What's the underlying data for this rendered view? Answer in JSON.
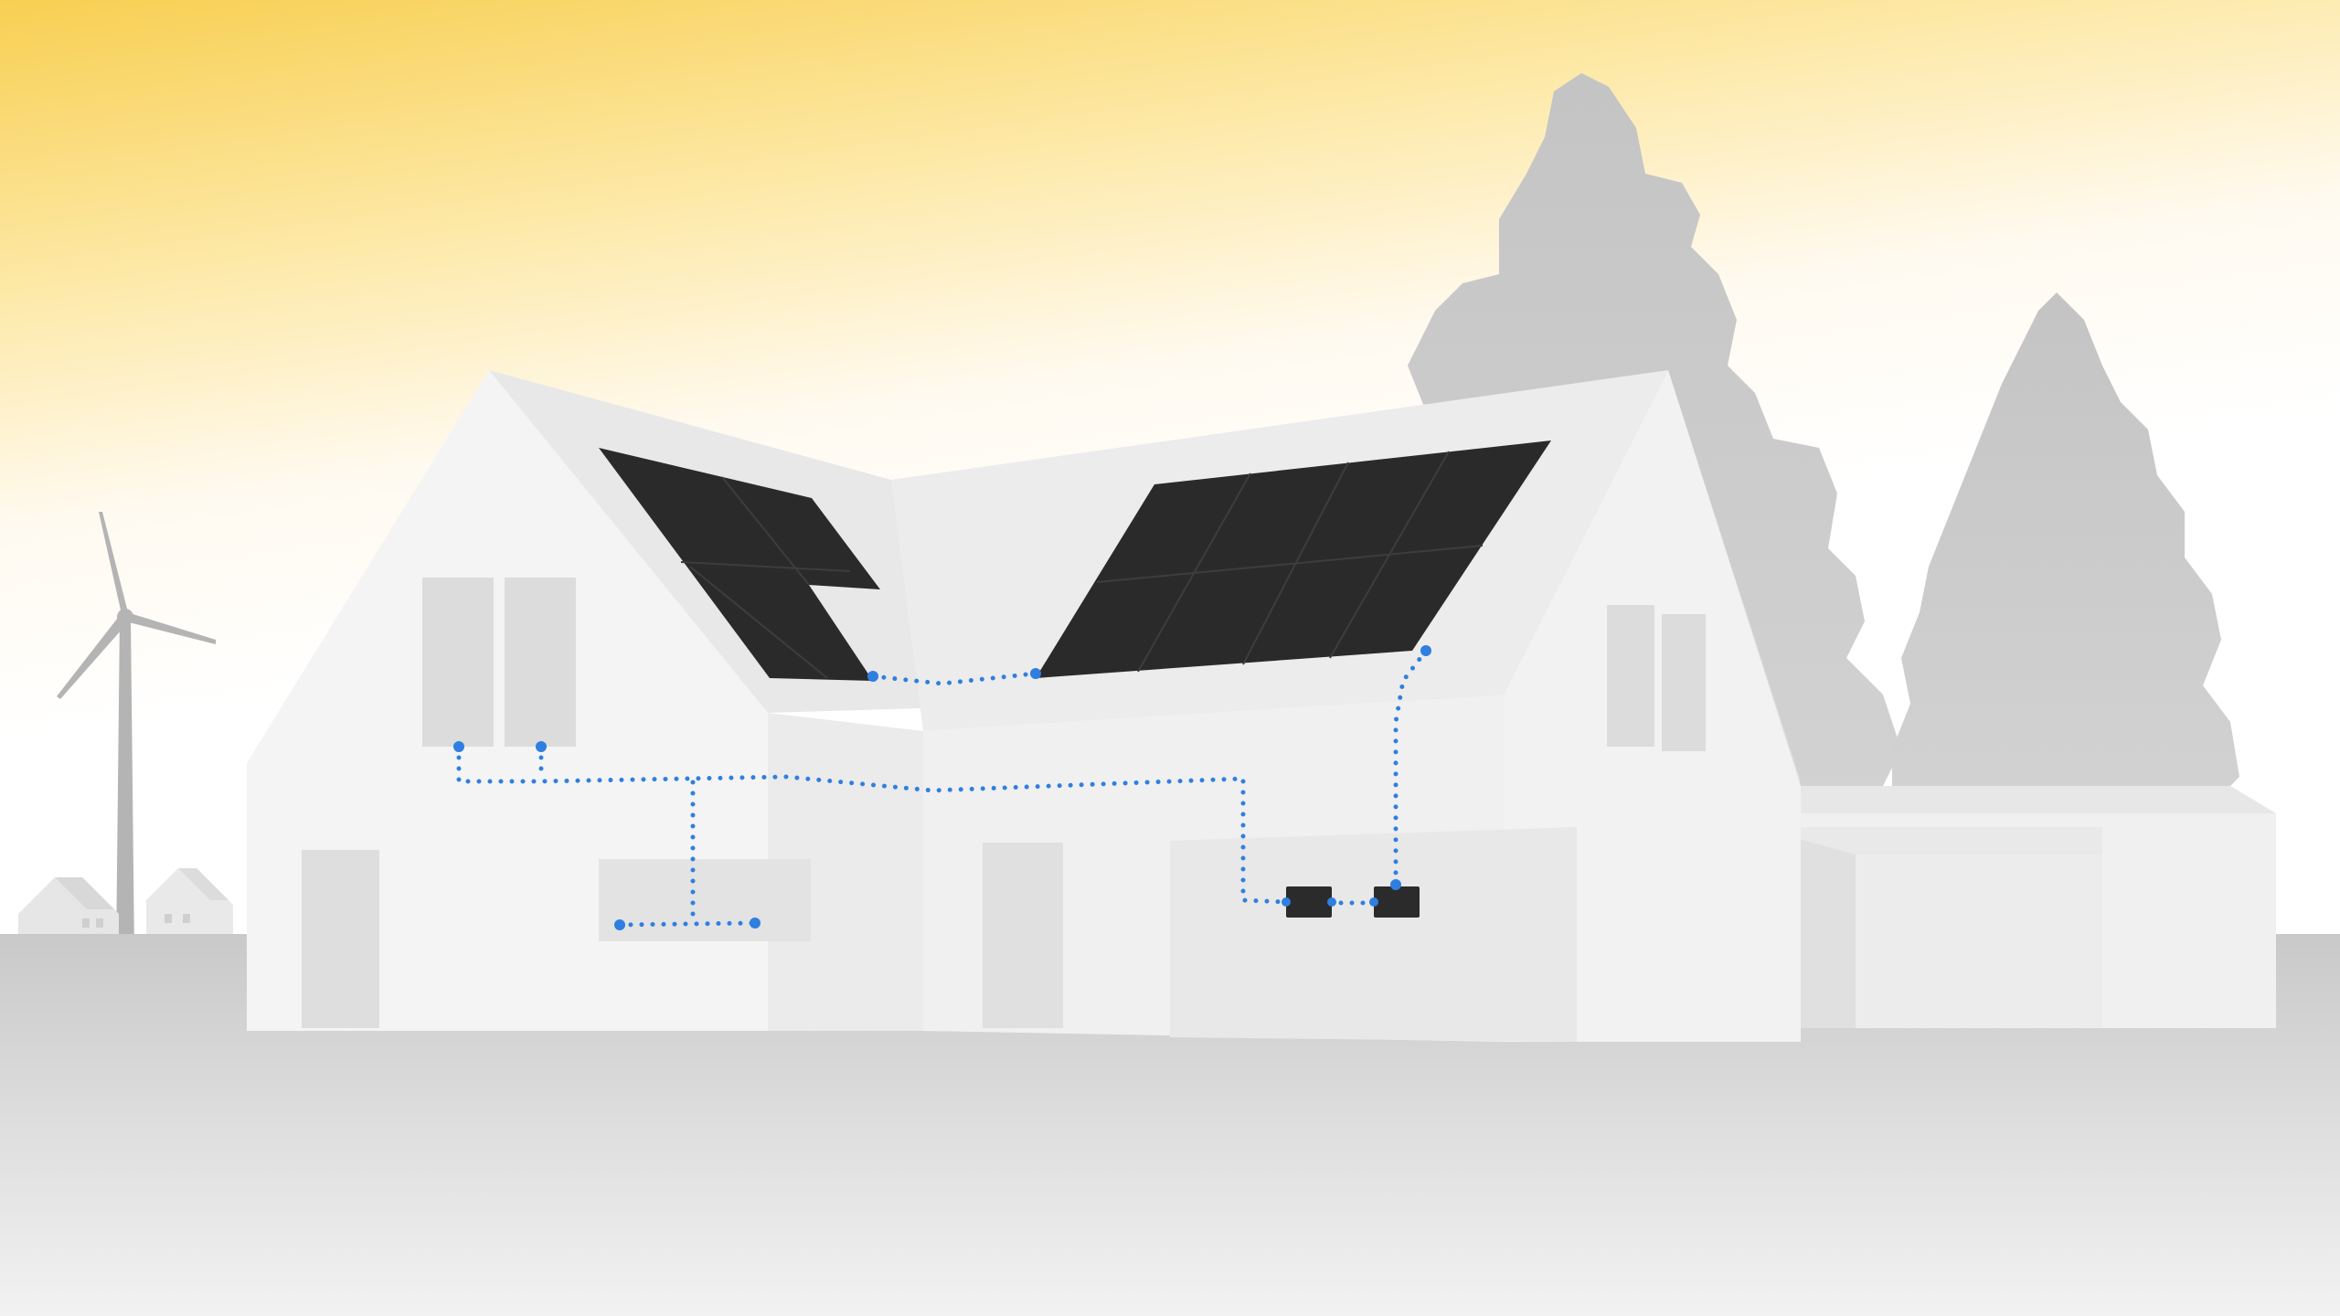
{
  "scene": {
    "colors": {
      "sky_glow": "#f8cf52",
      "sky_fade": "#fffaf0",
      "sky": "#ffffff",
      "ground_top": "#c9c9c9",
      "ground_bottom": "#f2f2f2",
      "house_light": "#f3f3f3",
      "house_mid": "#e6e6e6",
      "house_shade": "#dadada",
      "roof_light": "#ececec",
      "roof_shade": "#e1e1e1",
      "window": "#d9d9d9",
      "door": "#dcdcdc",
      "tree": "#cccccc",
      "tree_back": "#d4d4d4",
      "solar_panel": "#2a2a2a",
      "panel_grid": "#3d3d3d",
      "inverter": "#2b2b2b",
      "wire": "#2f7fe0",
      "turbine": "#b4b4b4"
    },
    "elements": [
      "sky-gradient",
      "background-trees",
      "wind-turbine",
      "distant-houses",
      "ground",
      "house",
      "garage",
      "solar-panels",
      "inverters",
      "electrical-wiring"
    ]
  }
}
